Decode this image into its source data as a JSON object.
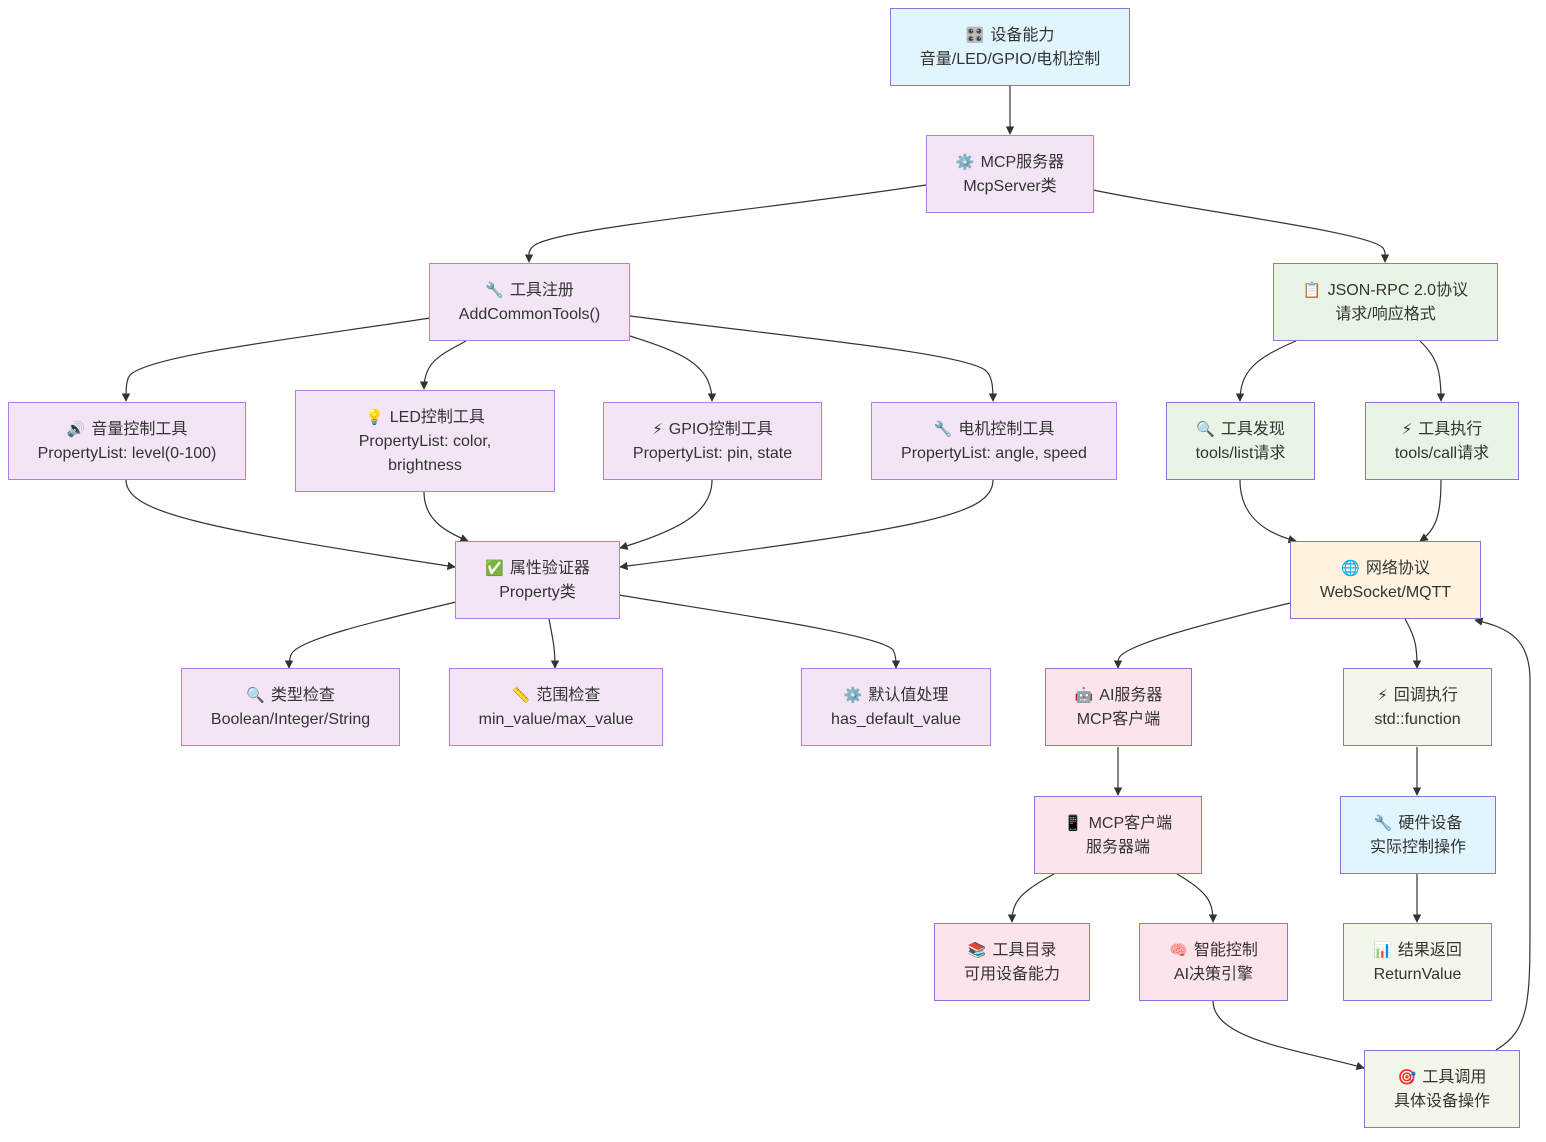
{
  "nodes": {
    "device": {
      "icon": "🎛️",
      "icon_name": "control-knobs-icon",
      "title": "设备能力",
      "sub": "音量/LED/GPIO/电机控制"
    },
    "mcp": {
      "icon": "⚙️",
      "icon_name": "gear-icon",
      "title": "MCP服务器",
      "sub": "McpServer类"
    },
    "reg": {
      "icon": "🔧",
      "icon_name": "wrench-icon",
      "title": "工具注册",
      "sub": "AddCommonTools()"
    },
    "json": {
      "icon": "📋",
      "icon_name": "clipboard-icon",
      "title": "JSON-RPC 2.0协议",
      "sub": "请求/响应格式"
    },
    "vol": {
      "icon": "🔊",
      "icon_name": "speaker-icon",
      "title": "音量控制工具",
      "sub": "PropertyList: level(0-100)"
    },
    "led": {
      "icon": "💡",
      "icon_name": "light-bulb-icon",
      "title": "LED控制工具",
      "sub": "PropertyList: color, brightness"
    },
    "gpio": {
      "icon": "⚡",
      "icon_name": "lightning-icon",
      "title": "GPIO控制工具",
      "sub": "PropertyList: pin, state"
    },
    "motor": {
      "icon": "🔧",
      "icon_name": "wrench-icon",
      "title": "电机控制工具",
      "sub": "PropertyList: angle, speed"
    },
    "discover": {
      "icon": "🔍",
      "icon_name": "magnifier-icon",
      "title": "工具发现",
      "sub": "tools/list请求"
    },
    "exec": {
      "icon": "⚡",
      "icon_name": "lightning-icon",
      "title": "工具执行",
      "sub": "tools/call请求"
    },
    "validator": {
      "icon": "✅",
      "icon_name": "check-mark-icon",
      "title": "属性验证器",
      "sub": "Property类"
    },
    "net": {
      "icon": "🌐",
      "icon_name": "globe-icon",
      "title": "网络协议",
      "sub": "WebSocket/MQTT"
    },
    "type": {
      "icon": "🔍",
      "icon_name": "magnifier-icon",
      "title": "类型检查",
      "sub": "Boolean/Integer/String"
    },
    "range": {
      "icon": "📏",
      "icon_name": "ruler-icon",
      "title": "范围检查",
      "sub": "min_value/max_value"
    },
    "def": {
      "icon": "⚙️",
      "icon_name": "gear-icon",
      "title": "默认值处理",
      "sub": "has_default_value"
    },
    "ai": {
      "icon": "🤖",
      "icon_name": "robot-icon",
      "title": "AI服务器",
      "sub": "MCP客户端"
    },
    "cb": {
      "icon": "⚡",
      "icon_name": "lightning-icon",
      "title": "回调执行",
      "sub": "std::function"
    },
    "client": {
      "icon": "📱",
      "icon_name": "mobile-phone-icon",
      "title": "MCP客户端",
      "sub": "服务器端"
    },
    "hw": {
      "icon": "🔧",
      "icon_name": "wrench-icon",
      "title": "硬件设备",
      "sub": "实际控制操作"
    },
    "catalog": {
      "icon": "📚",
      "icon_name": "books-icon",
      "title": "工具目录",
      "sub": "可用设备能力"
    },
    "smart": {
      "icon": "🧠",
      "icon_name": "brain-icon",
      "title": "智能控制",
      "sub": "AI决策引擎"
    },
    "result": {
      "icon": "📊",
      "icon_name": "bar-chart-icon",
      "title": "结果返回",
      "sub": "ReturnValue"
    },
    "call": {
      "icon": "🎯",
      "icon_name": "target-icon",
      "title": "工具调用",
      "sub": "具体设备操作"
    }
  }
}
